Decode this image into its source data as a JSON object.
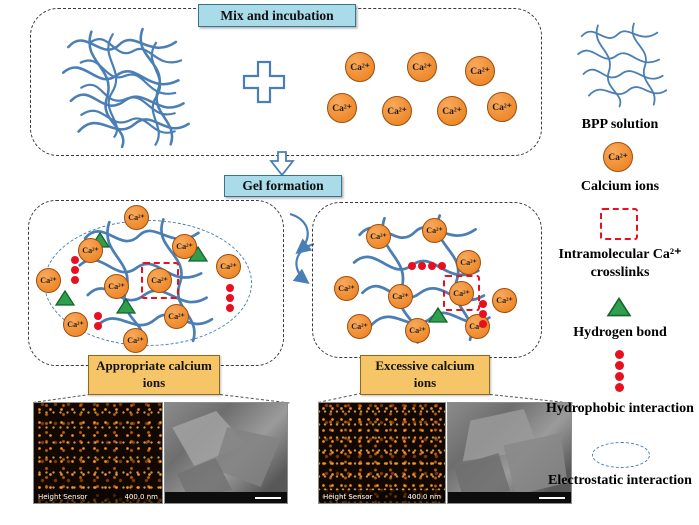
{
  "stage1": {
    "title": "Mix and incubation"
  },
  "stage2": {
    "title": "Gel formation"
  },
  "ca": {
    "label": "Ca²⁺"
  },
  "branches": {
    "left": {
      "caption": "Appropriate calcium ions"
    },
    "right": {
      "caption": "Excessive calcium ions"
    }
  },
  "micrographs": {
    "afm_sensor_label": "Height Sensor",
    "afm_scale": "400.0 nm"
  },
  "legend": {
    "items": [
      {
        "icon": "bpp-squiggle-icon",
        "label": "BPP solution"
      },
      {
        "icon": "calcium-ion-icon",
        "label": "Calcium ions"
      },
      {
        "icon": "intramolecular-crosslink-icon",
        "label": "Intramolecular Ca²⁺ crosslinks"
      },
      {
        "icon": "hydrogen-bond-icon",
        "label": "Hydrogen bond"
      },
      {
        "icon": "hydrophobic-interaction-icon",
        "label": "Hydrophobic interaction"
      },
      {
        "icon": "electrostatic-interaction-icon",
        "label": "Electrostatic interaction"
      }
    ]
  },
  "colors": {
    "accent_blue": "#4a7fb5",
    "title_bg": "#a9dbe8",
    "calcium_orange": "#ee8a2c",
    "caption_bg": "#f6c568",
    "bond_green": "#2f9e4e",
    "interaction_red": "#e8101f"
  }
}
